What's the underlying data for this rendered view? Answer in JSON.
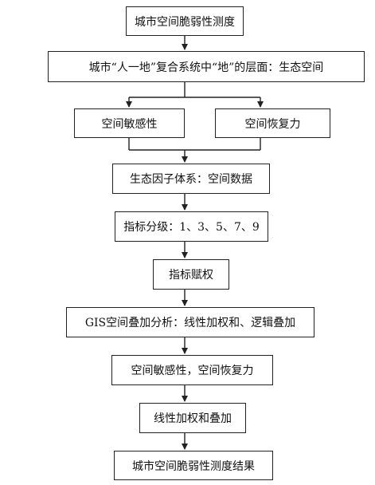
{
  "flowchart": {
    "nodes": [
      {
        "id": "n1",
        "label": "城市空间脆弱性测度"
      },
      {
        "id": "n2",
        "label": "城市“人一地”复合系统中“地”的层面：生态空间"
      },
      {
        "id": "n3a",
        "label": "空间敏感性"
      },
      {
        "id": "n3b",
        "label": "空间恢复力"
      },
      {
        "id": "n4",
        "label": "生态因子体系：空间数据"
      },
      {
        "id": "n5",
        "label": "指标分级：1、3、5、7、9"
      },
      {
        "id": "n6",
        "label": "指标赋权"
      },
      {
        "id": "n7",
        "label": "GIS空间叠加分析：线性加权和、逻辑叠加"
      },
      {
        "id": "n8",
        "label": "空间敏感性，空间恢复力"
      },
      {
        "id": "n9",
        "label": "线性加权和叠加"
      },
      {
        "id": "n10",
        "label": "城市空间脆弱性测度结果"
      }
    ],
    "edges": [
      [
        "n1",
        "n2"
      ],
      [
        "n2",
        "n3a"
      ],
      [
        "n2",
        "n3b"
      ],
      [
        "n3a",
        "n4"
      ],
      [
        "n3b",
        "n4"
      ],
      [
        "n4",
        "n5"
      ],
      [
        "n5",
        "n6"
      ],
      [
        "n6",
        "n7"
      ],
      [
        "n7",
        "n8"
      ],
      [
        "n8",
        "n9"
      ],
      [
        "n9",
        "n10"
      ]
    ]
  }
}
